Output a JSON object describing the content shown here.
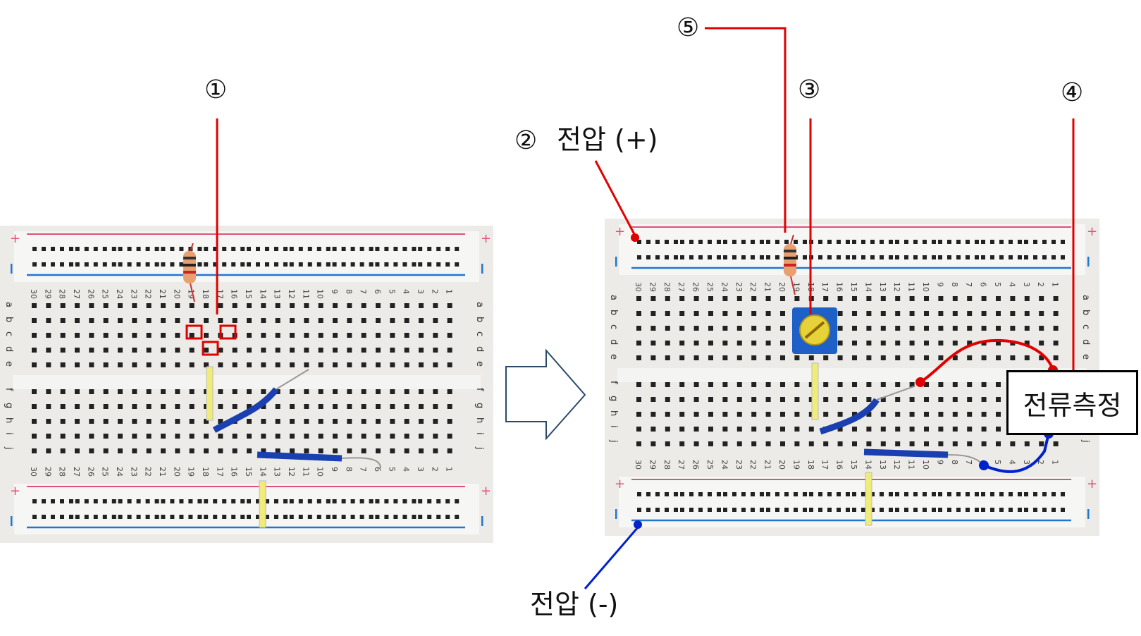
{
  "markers": {
    "m1": "①",
    "m2": "②",
    "m3": "③",
    "m4": "④",
    "m5": "⑤"
  },
  "labels": {
    "voltage_plus": "전압 (+)",
    "voltage_minus": "전압 (-)",
    "current_measure": "전류측정"
  },
  "breadboard": {
    "row_letters_top": [
      "a",
      "b",
      "c",
      "d",
      "e"
    ],
    "row_letters_bottom": [
      "f",
      "g",
      "h",
      "i",
      "j"
    ],
    "column_numbers": [
      "30",
      "29",
      "28",
      "27",
      "26",
      "25",
      "24",
      "23",
      "22",
      "21",
      "20",
      "19",
      "18",
      "17",
      "16",
      "15",
      "14",
      "13",
      "12",
      "11",
      "10",
      "9",
      "8",
      "7",
      "6",
      "5",
      "4",
      "3",
      "2",
      "1"
    ],
    "rail_plus": "+",
    "rail_minus": "-"
  },
  "colors": {
    "positive": "#e00000",
    "negative": "#0022cc",
    "rail_red": "#e0507a",
    "rail_blue": "#2277cc",
    "wire_blue": "#1a3fb0",
    "wire_yellow": "#f0ec7a",
    "pot_blue": "#1f5fc8",
    "pot_yellow": "#e8d23a"
  }
}
